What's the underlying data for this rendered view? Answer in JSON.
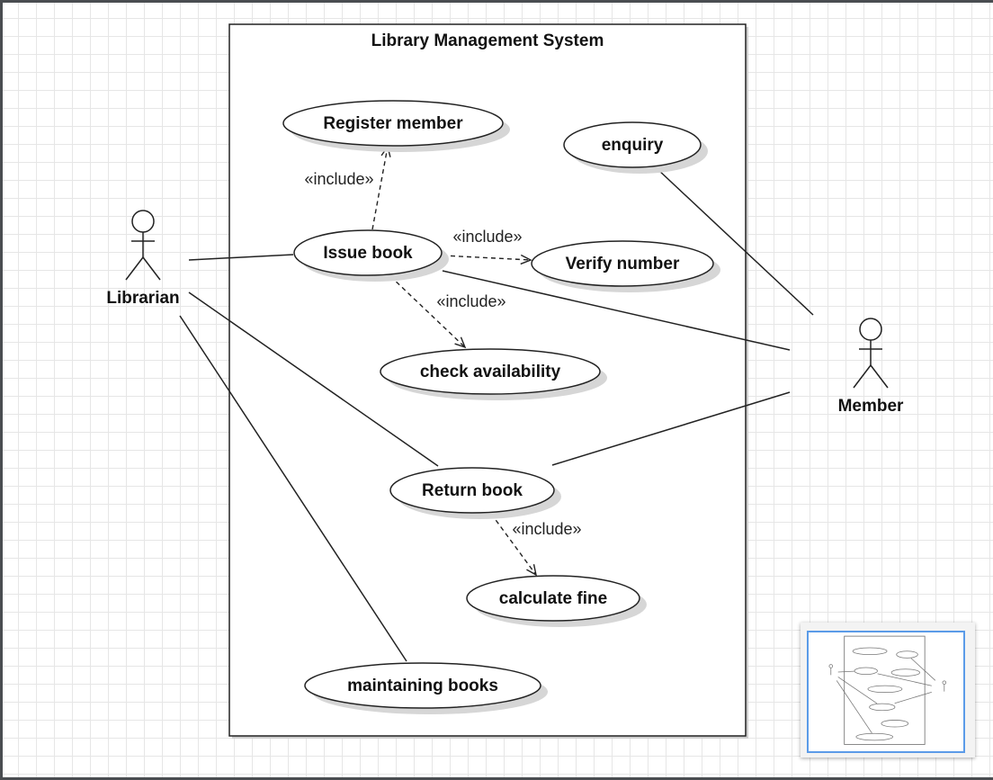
{
  "system": {
    "title": "Library Management System"
  },
  "actors": {
    "librarian": "Librarian",
    "member": "Member"
  },
  "use_cases": {
    "register_member": "Register member",
    "enquiry": "enquiry",
    "issue_book": "Issue book",
    "verify_number": "Verify number",
    "check_availability": "check availability",
    "return_book": "Return book",
    "calculate_fine": "calculate fine",
    "maintaining_books": "maintaining books"
  },
  "relations": {
    "include_label": "«include»"
  },
  "colors": {
    "grid": "#e6e6e6",
    "line": "#222222",
    "minimap_border": "#5b9be8",
    "frame": "#4a4d51"
  },
  "minimap": {
    "present": true
  }
}
